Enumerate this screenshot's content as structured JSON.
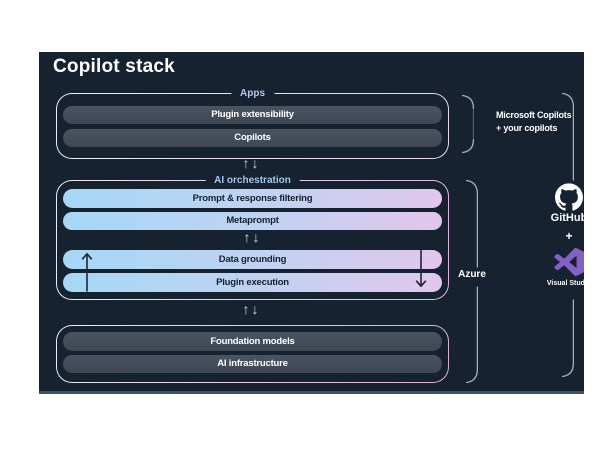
{
  "title": "Copilot stack",
  "colors": {
    "page_bg": "#FFFFFF",
    "panel_bg": "#16222F",
    "dark_bar_top": "#4A5461",
    "dark_bar_bottom": "#3E4854",
    "light_bar_left": "#A5D8F5",
    "light_bar_mid": "#BFD3F1",
    "light_bar_right": "#E2C6EE",
    "bar_text_dark": "#13202F",
    "bar_text_light": "#FFFFFF",
    "apps_label": "#B5C9E8",
    "orch_label": "#A3C6EA",
    "arrow_light": "#C9DAEE",
    "arrow_dark": "#1C2838",
    "bracket": "#9DB3C6",
    "border_left": "#E9EEF4",
    "border_right_apps": "#EED7E8",
    "border_right_orch": "#DFB3E3",
    "border_right_foundation": "#E3AED6",
    "vs_purple": "#8661C5"
  },
  "stack": {
    "apps": {
      "label": "Apps",
      "bars": [
        "Plugin extensibility",
        "Copilots"
      ]
    },
    "ai_orchestration": {
      "label": "AI orchestration",
      "bars_upper": [
        "Prompt & response filtering",
        "Metaprompt"
      ],
      "bars_lower": [
        "Data grounding",
        "Plugin execution"
      ]
    },
    "foundation": {
      "bars": [
        "Foundation models",
        "AI infrastructure"
      ]
    }
  },
  "arrows": {
    "up_down": "↑↓"
  },
  "annotations": {
    "apps_bracket_line1": "Microsoft Copilots",
    "apps_bracket_line2": "+ your copilots",
    "azure": "Azure"
  },
  "partners": {
    "github": "GitHub",
    "plus": "+",
    "visual_studio": "Visual Studio"
  }
}
